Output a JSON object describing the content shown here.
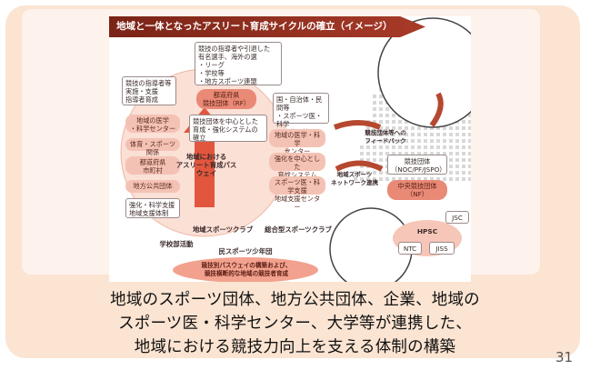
{
  "title": "地域と一体となったアスリート育成サイクルの確立（イメージ）",
  "diagram": {
    "nodes": {
      "top_box": "競技の指導者や引退した\n有名選手、海外の選\n・リーグ\n・学校等\n・地方スポーツ連盟",
      "left_box": "競技の指導者等\n実施・支援\n指導者育成",
      "region_org": "都道府県\n競技団体（RF）",
      "mid_box": "競技団体を中心とした\n育成・強化システムの\n確立",
      "right_box": "国・自治体・民間等\n・スポーツ医・科学\n・強化団体",
      "left_pill_1": "地域の医学\n・科学センター",
      "left_pill_2": "体育・スポーツ関係",
      "left_pill_3": "都道府県\n市町村",
      "left_pill_4": "地方公共団体",
      "left_box_2": "強化・科学支援\n地域支援体制",
      "center_arrow": "地域における\nアスリート育成パスウェイ",
      "center_box_1": "地域の医学・科学\nセンター",
      "center_box_2": "強化を中心とした\n育成システム",
      "center_box_3": "スポーツ医・科学支援\n地域支援センター",
      "right_label_top": "競技団体等への\nフィードバック",
      "right_label_mid": "地域スポーツ\nネットワーク連携",
      "national_org": "競技団体\n（NOC/PF/JSPO）",
      "national_pill": "中央競技団体\n（NF）",
      "jsc": "JSC",
      "hpsc": "HPSC",
      "ntc": "NTC",
      "jiss": "JISS",
      "bottom_1": "地域スポーツクラブ",
      "bottom_2": "総合型スポーツクラブ",
      "bottom_3": "学校部活動",
      "bottom_4": "民スポーツ少年団",
      "bottom_box": "競技別パスウェイの構築および、\n競技横断的な地域の競技者育成"
    }
  },
  "caption_lines": [
    "地域のスポーツ団体、地方公共団体、企業、地域の",
    "スポーツ医・科学センター、大学等が連携した、",
    "地域における競技力向上を支える体制の構築"
  ],
  "page_number": "31"
}
